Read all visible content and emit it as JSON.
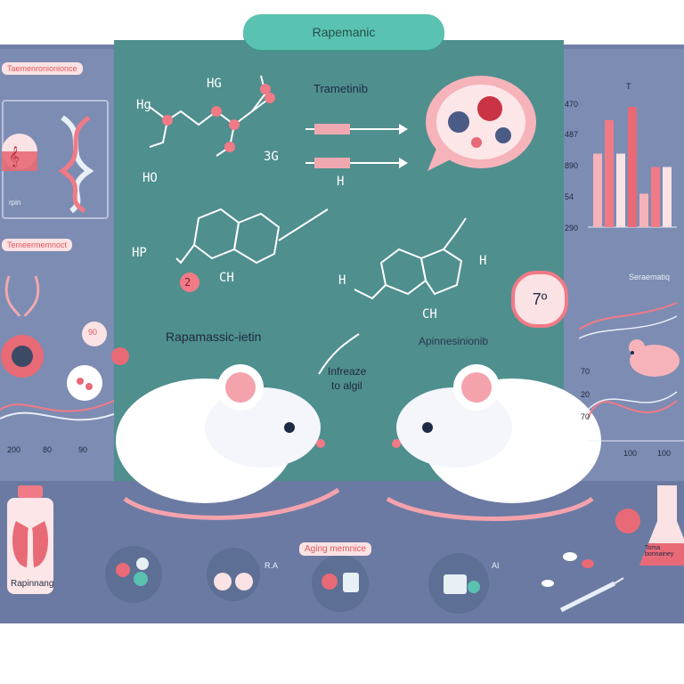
{
  "title": "Rapemanic",
  "left_panel": {
    "header_top": "Taemenronionionce",
    "dna_label": "rpin",
    "header_mid": "Temeermemnoct",
    "bubble_number": "90",
    "axis_ticks": [
      "200",
      "80",
      "90"
    ]
  },
  "center_board": {
    "drug_label": "Trametinib",
    "left_compound": "Rapamassic-ietin",
    "right_compound": "Apinnesinionib",
    "arrow_note_line1": "Infreaze",
    "arrow_note_line2": "to algil",
    "badge": "7º",
    "molecule_labels": [
      "Hg",
      "HG",
      "HO",
      "3G",
      "HP",
      "CH",
      "H",
      "CH",
      "H",
      "H",
      "2"
    ]
  },
  "right_panel": {
    "bar_y_ticks": [
      "470",
      "487",
      "890",
      "54",
      "290"
    ],
    "bar_x_label": "T",
    "bar_chart_values": [
      0.55,
      0.8,
      0.55,
      0.9,
      0.25,
      0.45,
      0.45
    ],
    "line_caption": "Seraematiq",
    "line_y_ticks": [
      "70",
      "20",
      "70"
    ],
    "line_x_ticks": [
      "100",
      "100"
    ]
  },
  "bottom": {
    "bottle_label": "Rapinnang",
    "aging_label": "Aging memnice",
    "ra_label": "R.A",
    "ai_label": "AI",
    "flask_label": "Toma bonnainey"
  },
  "colors": {
    "board": "#4f8f8e",
    "panel": "#7d8cb2",
    "accent_pink": "#f07a86",
    "accent_teal": "#5ac2b0"
  }
}
